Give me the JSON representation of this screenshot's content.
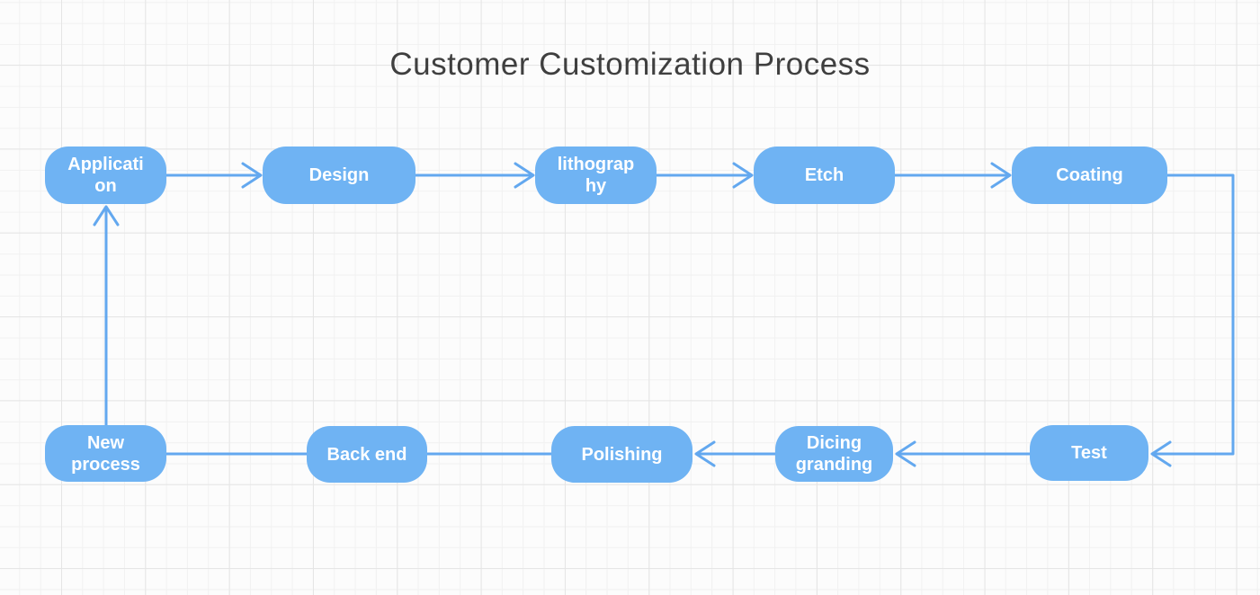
{
  "title": "Customer Customization Process",
  "colors": {
    "node_fill": "#6fb3f3",
    "edge": "#63a8ef",
    "node_text": "#ffffff",
    "title_text": "#3f3f3f",
    "background": "#fcfcfc",
    "grid_minor": "#f1f1f1",
    "grid_major": "#e5e5e5"
  },
  "nodes": [
    {
      "id": "application",
      "label": "Applicati\non"
    },
    {
      "id": "design",
      "label": "Design"
    },
    {
      "id": "lithography",
      "label": "lithograp\nhy"
    },
    {
      "id": "etch",
      "label": "Etch"
    },
    {
      "id": "coating",
      "label": "Coating"
    },
    {
      "id": "new-process",
      "label": "New\nprocess"
    },
    {
      "id": "back-end",
      "label": "Back end"
    },
    {
      "id": "polishing",
      "label": "Polishing"
    },
    {
      "id": "dicing-granding",
      "label": "Dicing\ngranding"
    },
    {
      "id": "test",
      "label": "Test"
    }
  ],
  "edges": [
    {
      "from": "application",
      "to": "design",
      "arrowhead": true
    },
    {
      "from": "design",
      "to": "lithography",
      "arrowhead": true
    },
    {
      "from": "lithography",
      "to": "etch",
      "arrowhead": true
    },
    {
      "from": "etch",
      "to": "coating",
      "arrowhead": true
    },
    {
      "from": "coating",
      "to": "test",
      "arrowhead": true
    },
    {
      "from": "test",
      "to": "dicing-granding",
      "arrowhead": true
    },
    {
      "from": "dicing-granding",
      "to": "polishing",
      "arrowhead": true
    },
    {
      "from": "polishing",
      "to": "back-end",
      "arrowhead": false
    },
    {
      "from": "back-end",
      "to": "new-process",
      "arrowhead": false
    },
    {
      "from": "new-process",
      "to": "application",
      "arrowhead": true
    }
  ]
}
